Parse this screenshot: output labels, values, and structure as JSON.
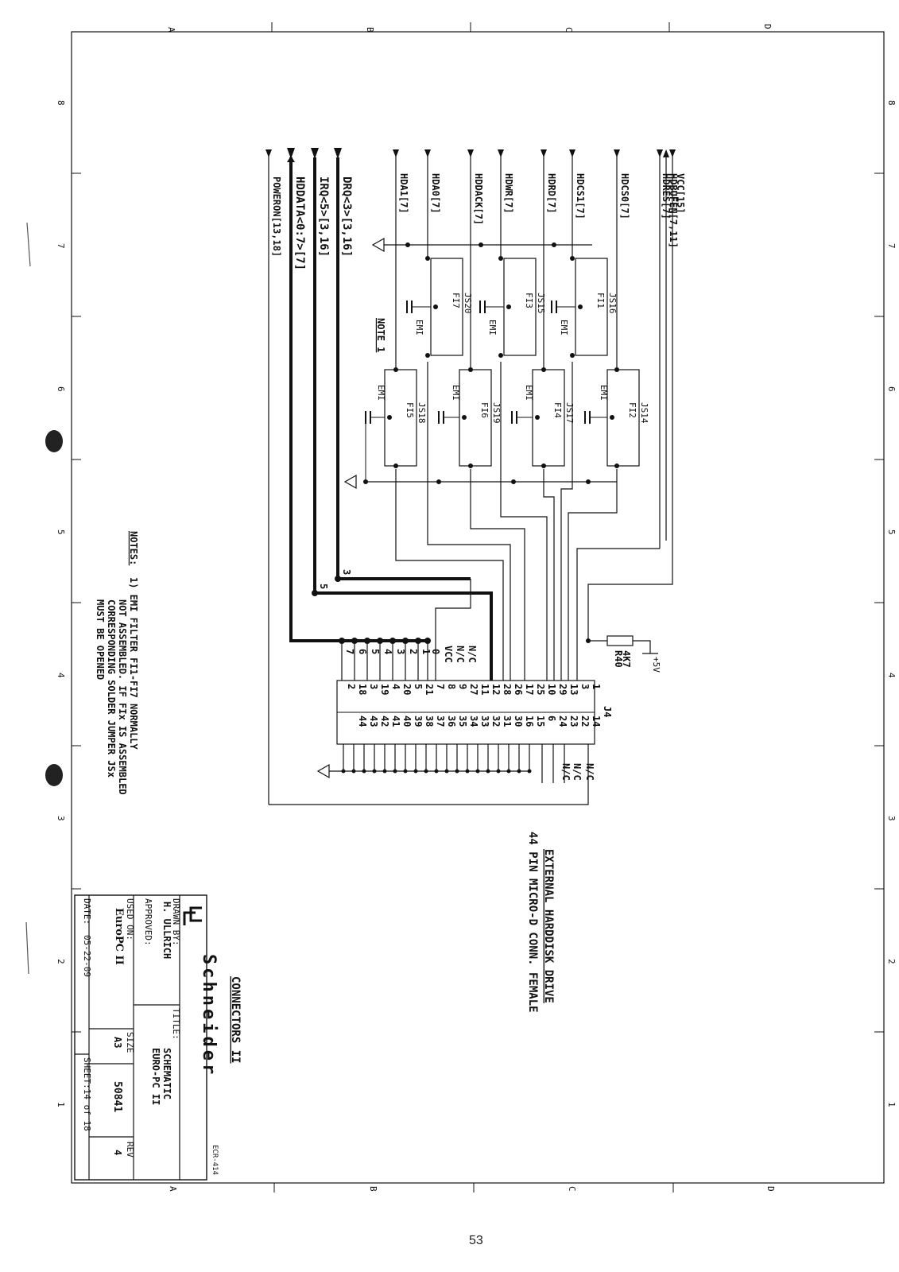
{
  "border": {
    "top_letters": [
      "A",
      "B",
      "C",
      "D"
    ],
    "bottom_letters": [
      "A",
      "B",
      "C",
      "D"
    ],
    "side_numbers": [
      "8",
      "7",
      "6",
      "5",
      "4",
      "3",
      "2",
      "1"
    ]
  },
  "signals": {
    "vcc": "VCC[15]",
    "hdbufen": "HDBUFEN[7,11]",
    "hdres": "HDRES[7]",
    "hdcs0": "HDCS0[7]",
    "hdcs1": "HDCS1[7]",
    "hdrd": "HDRD[7]",
    "hdwr": "HDWR[7]",
    "hddack": "HDDACK[7]",
    "hda0": "HDA0[7]",
    "hda1": "HDA1[7]",
    "drq": "DRQ<3>[3,16]",
    "irq": "IRQ<5>[3,16]",
    "hddata": "HDDATA<0:7>[7]",
    "poweron": "POWERON[13,18]"
  },
  "filters_top": [
    {
      "jumper": "JS16",
      "filter": "FI1",
      "emi": "EMI"
    },
    {
      "jumper": "JS15",
      "filter": "FI3",
      "emi": "EMI"
    },
    {
      "jumper": "JS20",
      "filter": "FI7",
      "emi": "EMI"
    }
  ],
  "filters_bottom": [
    {
      "jumper": "JS14",
      "filter": "FI2",
      "emi": "EMI"
    },
    {
      "jumper": "JS17",
      "filter": "FI4",
      "emi": "EMI"
    },
    {
      "jumper": "JS19",
      "filter": "FI6",
      "emi": "EMI"
    },
    {
      "jumper": "JS18",
      "filter": "FI5",
      "emi": "EMI"
    }
  ],
  "note1_label": "NOTE 1",
  "resistor": {
    "supply": "+5V",
    "value": "4K7",
    "ref": "R40"
  },
  "connector": {
    "ref": "J4",
    "left_pins": [
      "1",
      "3",
      "13",
      "29",
      "10",
      "25",
      "17",
      "26",
      "28",
      "12",
      "11",
      "27",
      "9",
      "8",
      "7",
      "21",
      "5",
      "20",
      "4",
      "19",
      "3",
      "18",
      "2"
    ],
    "right_pins": [
      "14",
      "22",
      "23",
      "24",
      "6",
      "15",
      "16",
      "30",
      "31",
      "32",
      "33",
      "34",
      "35",
      "36",
      "37",
      "38",
      "39",
      "40",
      "41",
      "42",
      "43",
      "44"
    ],
    "nc_labels": [
      "N/C",
      "N/C",
      "N/C"
    ],
    "left_nc": [
      "N/C",
      "N/C",
      "VCC"
    ],
    "data_bits": [
      "7",
      "6",
      "5",
      "4",
      "3",
      "2",
      "1",
      "0"
    ]
  },
  "bus_numbers": {
    "drq": "3",
    "irq": "5"
  },
  "notes": {
    "heading": "NOTES:",
    "lines": [
      "1) EMI FILTER FI1-FI7 NORMALLY",
      "NOT ASSEMBLED. IF FIx IS ASSEMBLED",
      "CORRESPONDING SOLDER JUMPER JSx",
      "MUST BE OPENED"
    ]
  },
  "title_text": {
    "line1": "EXTERNAL HARDDISK DRIVE",
    "line2": "44 PIN MICRO-D CONN. FEMALE",
    "connectors": "CONNECTORS II"
  },
  "title_block": {
    "company": "Schneider",
    "drawn_by_label": "DRAWN BY:",
    "drawn_by": "H. ULLRICH",
    "approved_label": "APPROVED:",
    "title_label": "TITLE:",
    "title1": "SCHEMATIC",
    "title2": "EURO-PC II",
    "used_on_label": "USED ON:",
    "used_on": "EuroPC II",
    "size_label": "SIZE",
    "size": "A3",
    "drawing_no": "50841",
    "rev_label": "REV",
    "rev": "4",
    "date_label": "DATE:",
    "date": "05-22-09",
    "sheet": "SHEET:14 of 18",
    "ecr": "ECR-414"
  },
  "page_number": "53"
}
